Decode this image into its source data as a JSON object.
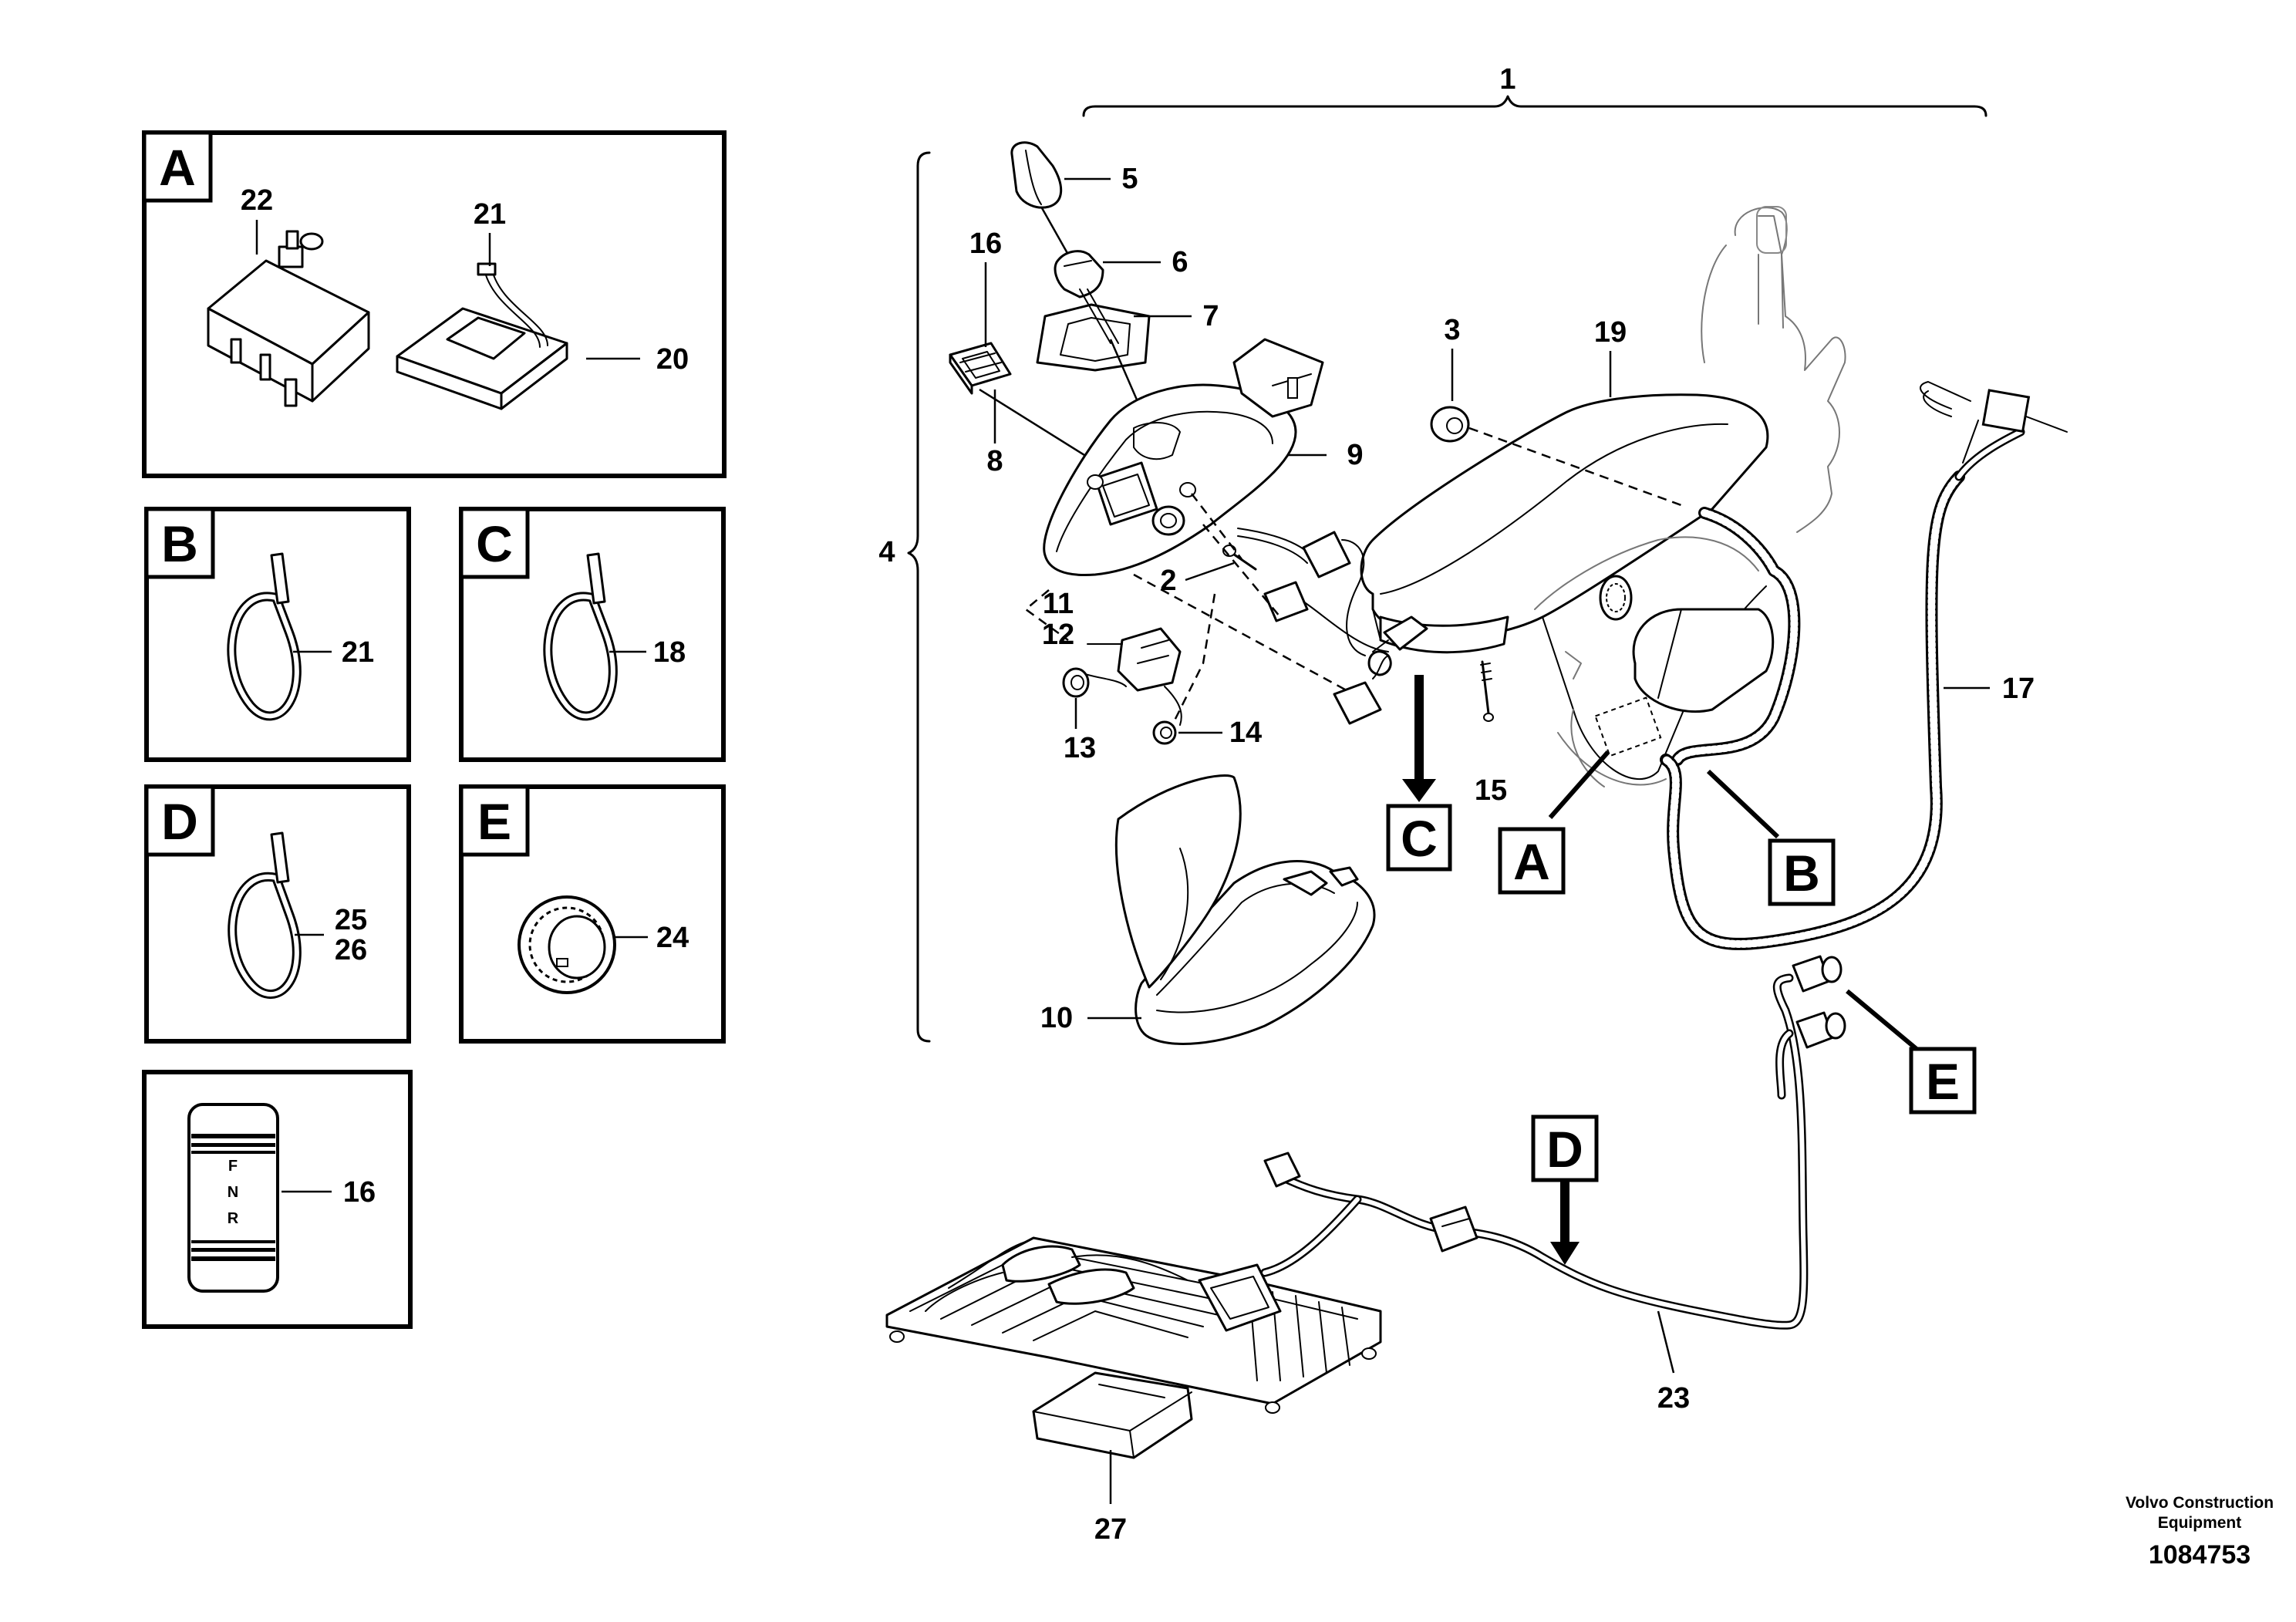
{
  "detail_boxes": {
    "A": {
      "letter": "A",
      "parts": [
        "22",
        "21",
        "20"
      ]
    },
    "B": {
      "letter": "B",
      "parts": [
        "21"
      ]
    },
    "C": {
      "letter": "C",
      "parts": [
        "18"
      ]
    },
    "D": {
      "letter": "D",
      "parts": [
        "25",
        "26"
      ]
    },
    "E": {
      "letter": "E",
      "parts": [
        "24"
      ]
    },
    "F": {
      "parts": [
        "16"
      ],
      "switch_legend": [
        "F",
        "N",
        "R"
      ]
    }
  },
  "main_labels": [
    "1",
    "4",
    "5",
    "6",
    "16",
    "7",
    "8",
    "9",
    "3",
    "19",
    "2",
    "11",
    "12",
    "13",
    "14",
    "15",
    "17",
    "10",
    "23",
    "27"
  ],
  "callouts": [
    "C",
    "A",
    "B",
    "E",
    "D"
  ],
  "footer": {
    "company_line1": "Volvo Construction",
    "company_line2": "Equipment",
    "figure_number": "1084753"
  }
}
